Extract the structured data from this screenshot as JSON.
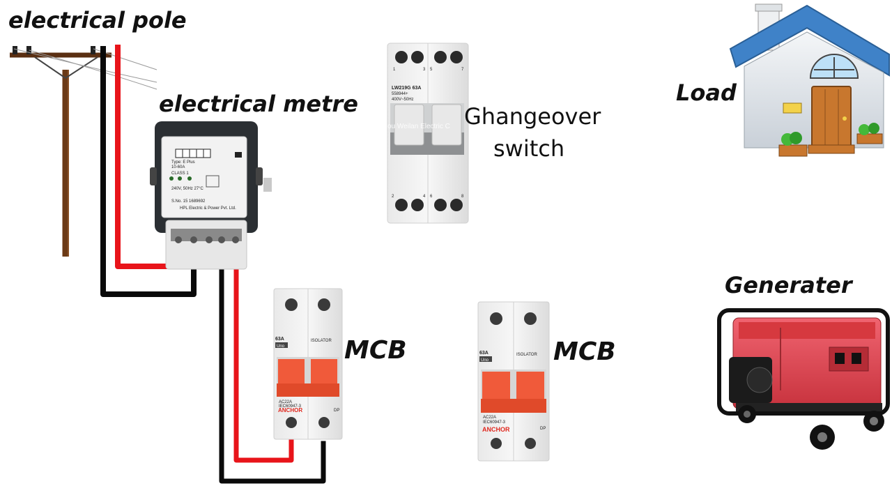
{
  "labels": {
    "pole": "electrical pole",
    "meter": "electrical metre",
    "changeover_line1": "Ghangeover",
    "changeover_line2": "switch",
    "load": "Load",
    "mcb_left": "MCB",
    "mcb_right": "MCB",
    "generator": "Generater"
  },
  "changeover_device": {
    "model": "LW219G 63A",
    "serial": "558944+",
    "rating": "400V~50Hz",
    "watermark": "ou Weilan Electric C",
    "top_terminals": [
      "1",
      "3",
      "5",
      "7"
    ],
    "bottom_terminals": [
      "2",
      "4",
      "6",
      "8"
    ]
  },
  "meter_device": {
    "brand_line": "HPL Electric & Power Pvt. Ltd.",
    "type_line": "Type: E Plus",
    "rating": "10-60A",
    "class": "CLASS 1",
    "voltage": "240V, 50Hz 27°C",
    "serial": "S.No. 15 1689692"
  },
  "mcb_device": {
    "rating": "63A",
    "brand_small": "Uno",
    "isolator": "ISOLATOR",
    "standard1": "AC22A",
    "standard2": "IEC60947-3",
    "maker": "ANCHOR",
    "pole_type": "DP"
  },
  "colors": {
    "live_wire": "#e8141a",
    "neutral_wire": "#0a0a0a",
    "mcb_handle": "#f05a3a",
    "generator_body": "#e5444e",
    "roof": "#3f82c8",
    "door": "#c8772e",
    "pole_wood": "#6b3a16"
  },
  "icons": {
    "pole": "utility-pole-icon",
    "meter": "energy-meter-icon",
    "changeover": "changeover-switch-icon",
    "house": "house-icon",
    "generator": "generator-icon",
    "mcb": "breaker-icon"
  }
}
